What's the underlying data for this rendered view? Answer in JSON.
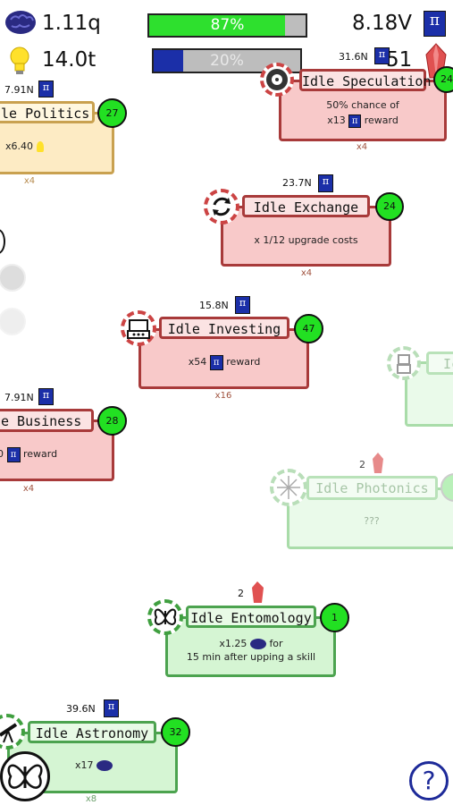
{
  "hud": {
    "thought_value": "1.11q",
    "idea_value": "14.0t",
    "progress_primary": {
      "label": "87%",
      "value": 0.87,
      "color": "#2ee02e"
    },
    "progress_secondary": {
      "label": "20%",
      "value": 0.2,
      "color": "#1b2fa8"
    },
    "pi_value": "8.18V",
    "crystal_value": "51"
  },
  "cards": {
    "speculation": {
      "cost": "31.6N",
      "title": "Idle Speculation",
      "level": "24",
      "line1": "50% chance of",
      "line2_prefix": "x13",
      "line2_suffix": "reward",
      "mult": "x4",
      "icon": "roulette-icon"
    },
    "politics": {
      "cost": "7.91N",
      "title": "le Politics",
      "level": "27",
      "effect": "x6.40",
      "mult": "x4",
      "icon": "lightbulb-icon"
    },
    "exchange": {
      "cost": "23.7N",
      "title": "Idle Exchange",
      "level": "24",
      "effect": "x 1/12 upgrade costs",
      "mult": "x4",
      "icon": "exchange-icon"
    },
    "investing": {
      "cost": "15.8N",
      "title": "Idle Investing",
      "level": "47",
      "effect_prefix": "x54",
      "effect_suffix": "reward",
      "mult": "x16",
      "icon": "cash-register-icon"
    },
    "business": {
      "cost": "7.91N",
      "title": "e Business",
      "level": "28",
      "effect_prefix": "0",
      "effect_suffix": "reward",
      "mult": "x4"
    },
    "robotics_ghost": {
      "title": "Ic",
      "icon": "robot-icon"
    },
    "photonics": {
      "cost": "2",
      "title": "Idle Photonics",
      "effect": "???",
      "icon": "laser-icon"
    },
    "entomology": {
      "cost": "2",
      "title": "Idle Entomology",
      "level": "1",
      "line1_prefix": "x1.25",
      "line1_suffix": "for",
      "line2": "15 min after upping a skill",
      "icon": "butterfly-icon"
    },
    "astronomy": {
      "cost": "39.6N",
      "title": "Idle Astronomy",
      "level": "32",
      "effect": "x17",
      "mult": "x8",
      "icon": "telescope-icon"
    }
  },
  "help": {
    "label": "?"
  }
}
